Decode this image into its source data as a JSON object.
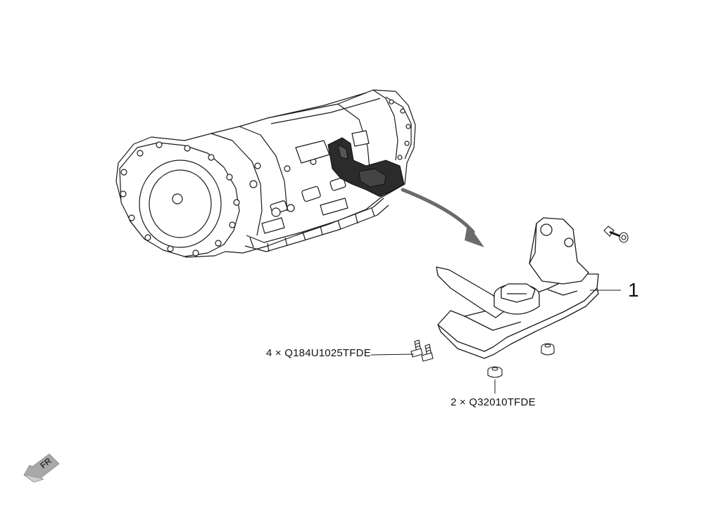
{
  "diagram": {
    "parts": [
      {
        "callout": "1"
      }
    ],
    "fasteners": [
      {
        "label": "4 × Q184U1025TFDE"
      },
      {
        "label": "2 × Q32010TFDE"
      }
    ],
    "orientation": {
      "label": "FR"
    }
  },
  "colors": {
    "line": "#1a1a1a",
    "highlight": "#2b2b2b",
    "arrow": "#6b6b6b",
    "fr_arrow": "#a8a8a8"
  }
}
